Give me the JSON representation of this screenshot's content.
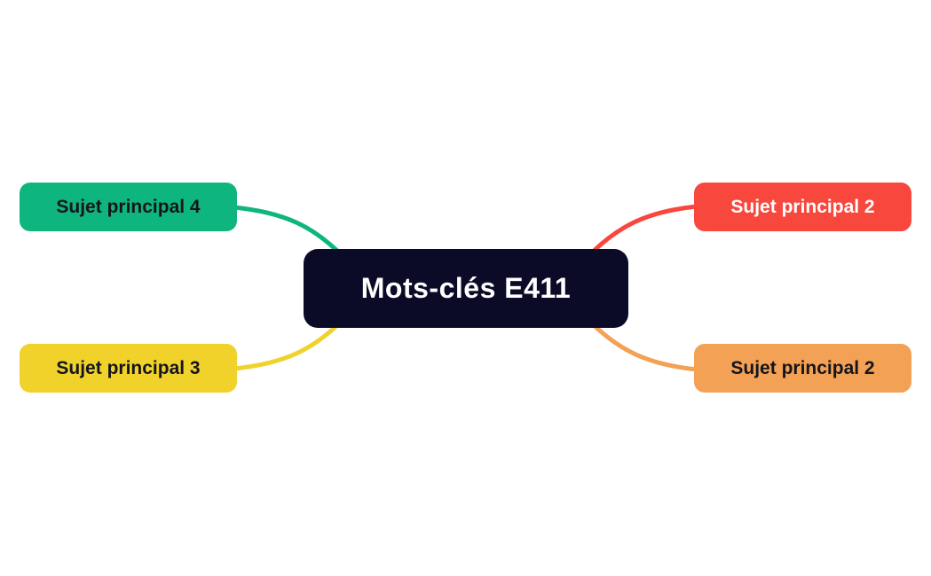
{
  "canvas": {
    "background": "#ffffff"
  },
  "mindmap": {
    "root": {
      "label": "Mots-clés E411",
      "bg": "#0b0b28",
      "text_color": "#ffffff"
    },
    "branches": [
      {
        "label": "Sujet principal 4",
        "bg": "#0eb57e",
        "text_color": "#15151d",
        "position": "top-left"
      },
      {
        "label": "Sujet principal 2",
        "bg": "#f8473d",
        "text_color": "#ffffff",
        "position": "top-right"
      },
      {
        "label": "Sujet principal 3",
        "bg": "#f0d22b",
        "text_color": "#15151d",
        "position": "bottom-left"
      },
      {
        "label": "Sujet principal 2",
        "bg": "#f2a155",
        "text_color": "#15151d",
        "position": "bottom-right"
      }
    ]
  }
}
